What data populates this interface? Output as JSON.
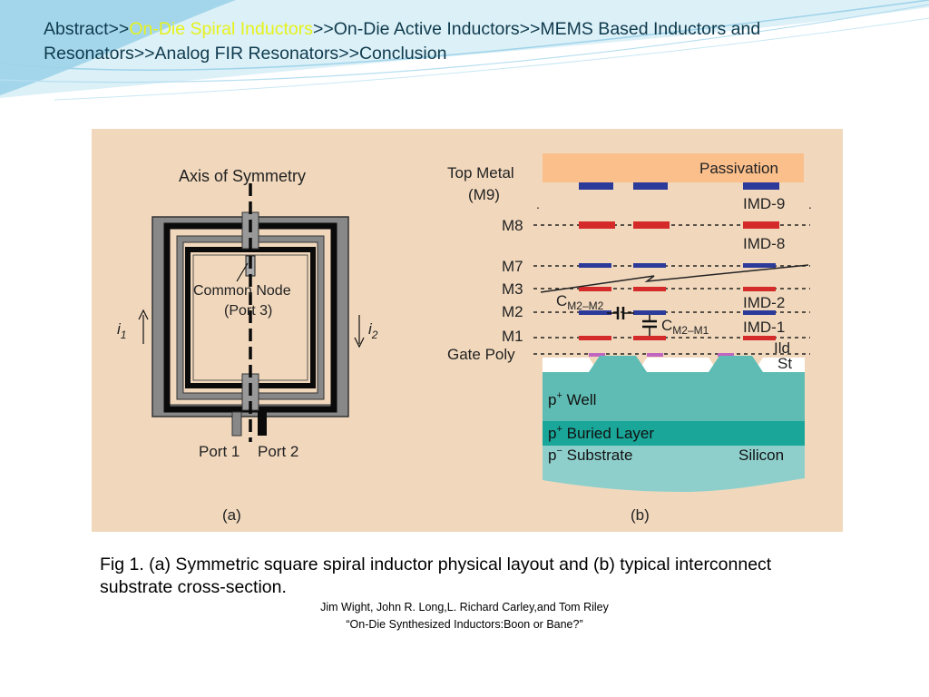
{
  "header": {
    "breadcrumb": [
      {
        "label": "Abstract",
        "active": false
      },
      {
        "label": "On-Die Spiral Inductors",
        "active": true
      },
      {
        "label": "On-Die Active Inductors",
        "active": false
      },
      {
        "label": "MEMS Based Inductors and Resonators",
        "active": false
      },
      {
        "label": "Analog FIR Resonators",
        "active": false
      },
      {
        "label": "Conclusion",
        "active": false
      }
    ],
    "separator": ">>"
  },
  "figure": {
    "panel_a": {
      "axis_label": "Axis of Symmetry",
      "node_label_1": "Common Node",
      "node_label_2": "(Port 3)",
      "current_1": "i",
      "current_1_sub": "1",
      "current_2": "i",
      "current_2_sub": "2",
      "port_1": "Port 1",
      "port_2": "Port 2",
      "tag": "(a)"
    },
    "panel_b": {
      "top_metal_1": "Top Metal",
      "top_metal_2": "(M9)",
      "passivation": "Passivation",
      "layers": [
        "M8",
        "M7",
        "M3",
        "M2",
        "M1"
      ],
      "gate_poly": "Gate Poly",
      "imd_labels": [
        "IMD-9",
        "IMD-8",
        "IMD-2",
        "IMD-1"
      ],
      "ild": "Ild",
      "sti": "St",
      "cap_1": "C",
      "cap_1_sub": "M2–M2",
      "cap_2": "C",
      "cap_2_sub": "M2–M1",
      "p_well": "p",
      "p_well_sup": "+",
      "p_well_rest": " Well",
      "buried": "p",
      "buried_sup": "+",
      "buried_rest": " Buried Layer",
      "substrate": "p",
      "substrate_sup": "−",
      "substrate_rest": " Substrate",
      "silicon": "Silicon",
      "tag": "(b)"
    },
    "colors": {
      "background": "#f1d8bd",
      "passivation": "#fbbf8c",
      "blue_metal": "#2c3a9a",
      "red_metal": "#d42a2a",
      "well": "#5fbcb4",
      "buried": "#1aa699",
      "substrate": "#8ecfcc"
    }
  },
  "caption": {
    "text": "Fig 1. (a) Symmetric square spiral inductor physical layout and (b) typical interconnect substrate cross-section.",
    "credit_line_1": "Jim Wight, John R. Long,L. Richard Carley,and Tom Riley",
    "credit_line_2": "“On-Die Synthesized Inductors:Boon or Bane?”"
  }
}
